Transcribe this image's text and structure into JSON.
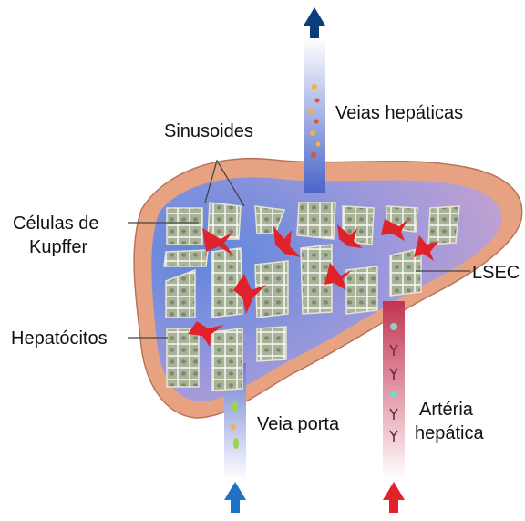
{
  "labels": {
    "sinusoides": "Sinusoides",
    "veias_hepaticas": "Veias hepáticas",
    "celulas_line1": "Células de",
    "celulas_line2": "Kupffer",
    "lsec": "LSEC",
    "hepatocitos": "Hepatócitos",
    "veia_porta": "Veia porta",
    "arteria_line1": "Artéria",
    "arteria_line2": "hepática"
  },
  "colors": {
    "capsule": "#e8a27f",
    "capsule_outline": "#b9735a",
    "venous_blue": "#6e8fd6",
    "mixed_purple": "#b79bd4",
    "plate_fill": "#a9b49a",
    "plate_outline": "#ffffff",
    "kupffer_red": "#e0232b",
    "arrow_out": "#0b3d78",
    "arrow_in_portal": "#1e73c4",
    "arrow_in_artery": "#e0232b"
  }
}
